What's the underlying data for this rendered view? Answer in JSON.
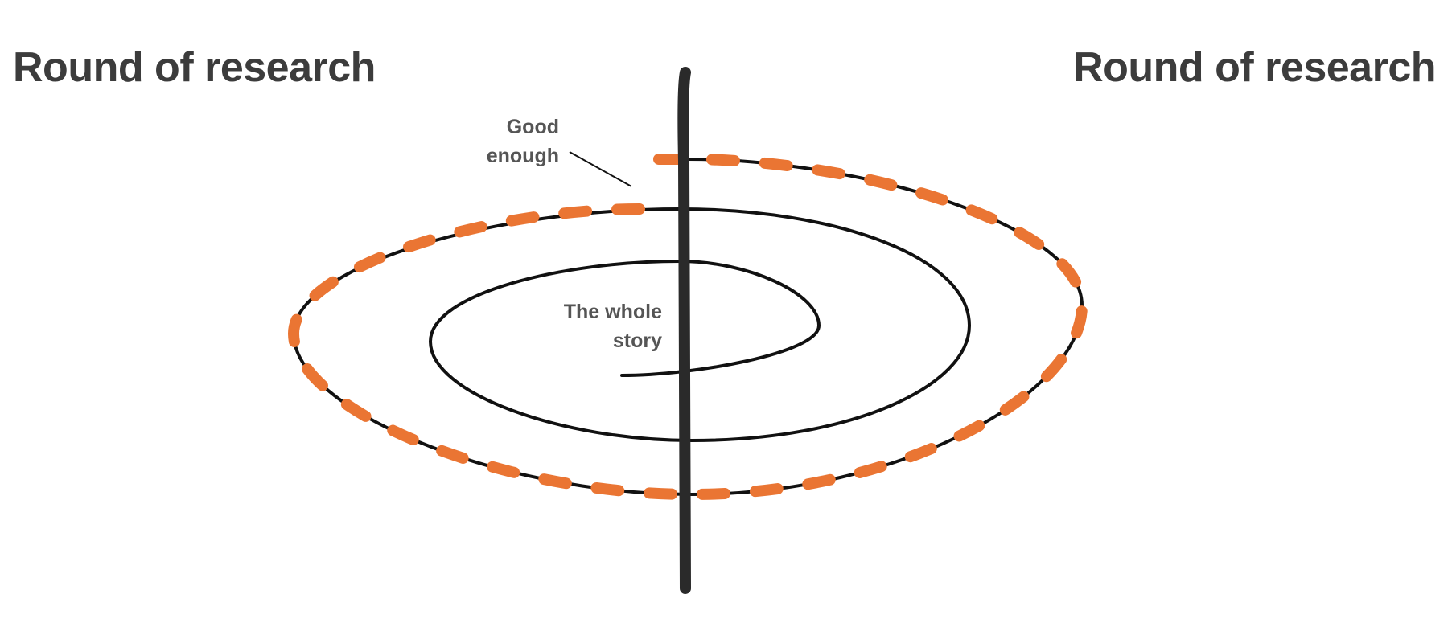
{
  "headings": {
    "left": "Round of research",
    "right": "Round of research"
  },
  "labels": {
    "good_enough_line1": "Good",
    "good_enough_line2": "enough",
    "whole_story_line1": "The whole",
    "whole_story_line2": "story"
  },
  "colors": {
    "spiral": "#111111",
    "axis": "#2a2a2a",
    "dashed_highlight": "#ea7533",
    "heading_text": "#3c3c3c",
    "label_text": "#555555"
  }
}
